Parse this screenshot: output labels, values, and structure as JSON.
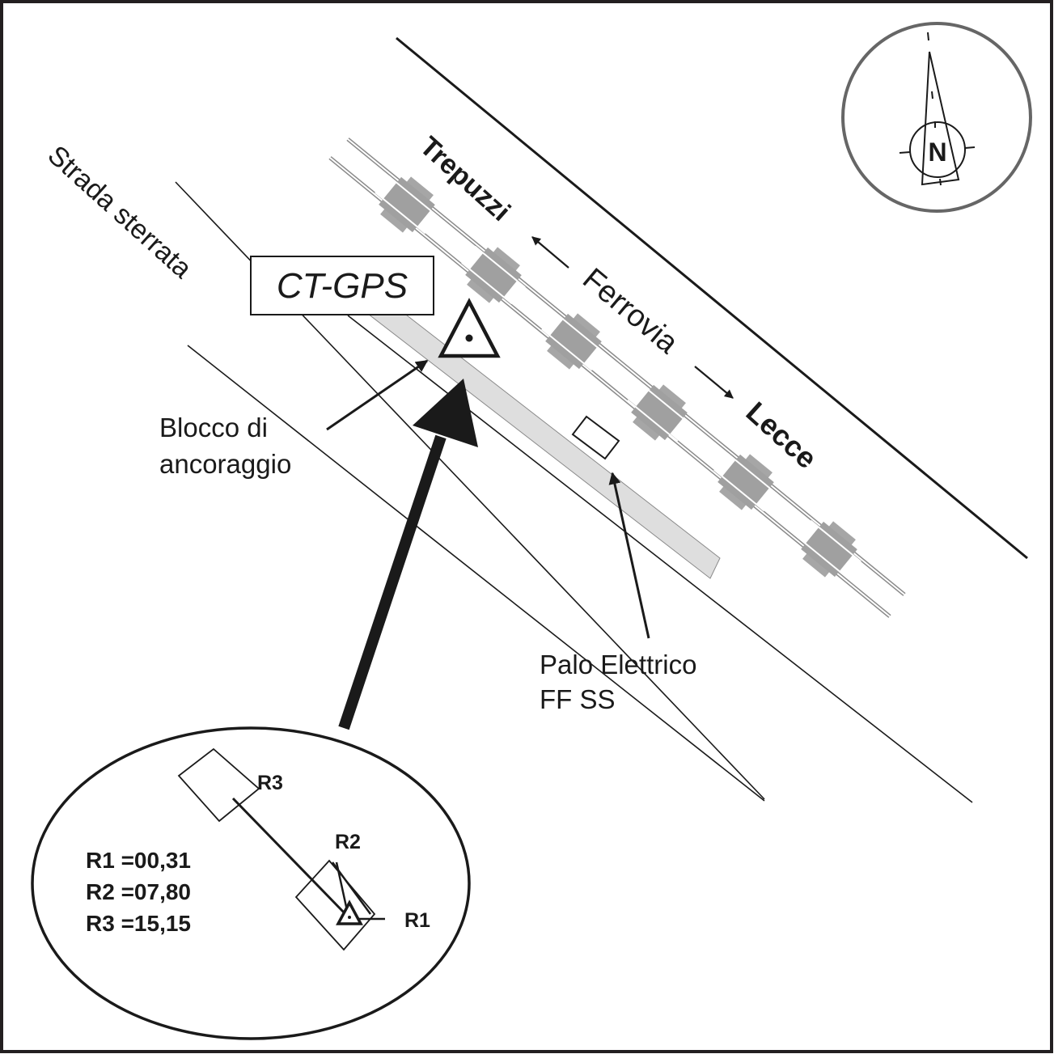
{
  "labels": {
    "road": "Strada sterrata",
    "station_box": "CT-GPS",
    "town_northwest": "Trepuzzi",
    "railway": "Ferrovia",
    "town_southeast": "Lecce",
    "anchor_block": [
      "Blocco di",
      "ancoraggio"
    ],
    "electric_pole": [
      "Palo Elettrico",
      "FF SS"
    ],
    "north": "N"
  },
  "inset": {
    "reference_labels": [
      "R1",
      "R2",
      "R3"
    ],
    "distances": [
      {
        "ref": "R1",
        "text": "R1 =00,31",
        "value": "00,31"
      },
      {
        "ref": "R2",
        "text": "R2 =07,80",
        "value": "07,80"
      },
      {
        "ref": "R3",
        "text": "R3 =15,15",
        "value": "15,15"
      }
    ]
  },
  "colors": {
    "ink": "#1a1a1a",
    "sleeper_gray": "#a6a6a6",
    "platform_gray": "#dedede",
    "compass_ring": "#666666",
    "frame": "#231f20"
  }
}
